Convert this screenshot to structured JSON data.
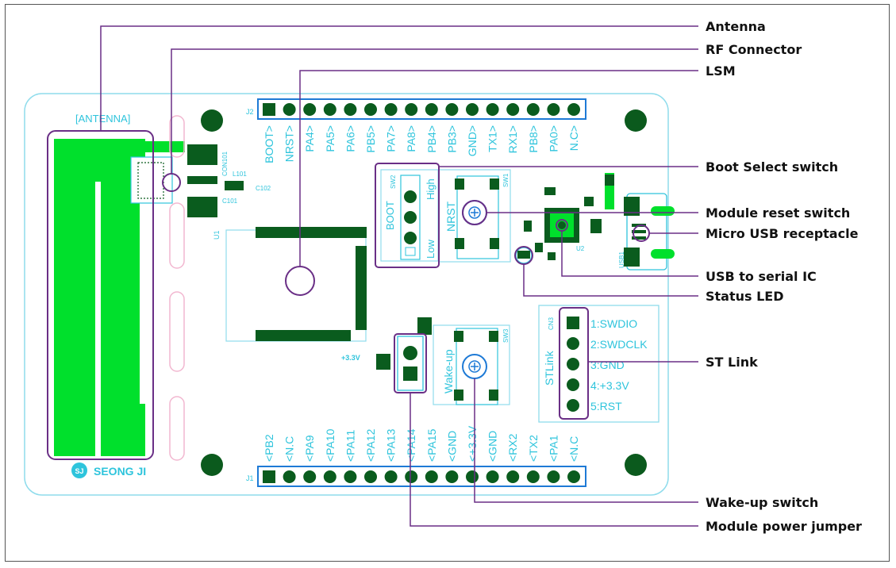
{
  "board": {
    "antenna_silk": "[ANTENNA]",
    "brand": "SEONG JI",
    "brand_mark": "SJ",
    "u1": "U1",
    "j1": "J1",
    "j2": "J2",
    "cn3": "CN3",
    "con101": "CON101",
    "l101": "L101",
    "c101": "C101",
    "c102": "C102",
    "sw1": "SW1",
    "sw2": "SW2",
    "sw3": "SW3",
    "usb1": "USB1",
    "u2": "U2",
    "boot": "BOOT",
    "high": "High",
    "low": "Low",
    "nrst": "NRST",
    "wakeup": "Wake-up",
    "stlink": "STLink",
    "v33": "+3.3V"
  },
  "top_pins": [
    "BOOT>",
    "NRST>",
    "PA4>",
    "PA5>",
    "PA6>",
    "PB5>",
    "PA7>",
    "PA8>",
    "PB4>",
    "PB3>",
    "GND>",
    "TX1>",
    "RX1>",
    "PB8>",
    "PA0>",
    "N.C>"
  ],
  "bottom_pins": [
    "<PB2",
    "<N.C",
    "<PA9",
    "<PA10",
    "<PA11",
    "<PA12",
    "<PA13",
    "<PA14",
    "<PA15",
    "<GND",
    "<+3.3V",
    "<GND",
    "<RX2",
    "<TX2",
    "<PA1",
    "<N.C"
  ],
  "stlink_pins": [
    "1:SWDIO",
    "2:SWDCLK",
    "3:GND",
    "4:+3.3V",
    "5:RST"
  ],
  "callouts": {
    "antenna": "Antenna",
    "rf_connector": "RF Connector",
    "lsm": "LSM",
    "boot_select": "Boot Select switch",
    "module_reset": "Module reset switch",
    "micro_usb": "Micro USB receptacle",
    "usb_serial": "USB to serial IC",
    "status_led": "Status LED",
    "st_link": "ST Link",
    "wakeup_switch": "Wake-up switch",
    "power_jumper": "Module power jumper"
  },
  "colors": {
    "silk": "#2ec4dc",
    "copper": "#00e02c",
    "pad": "#0a5c1e",
    "callout": "#6a2f86"
  }
}
